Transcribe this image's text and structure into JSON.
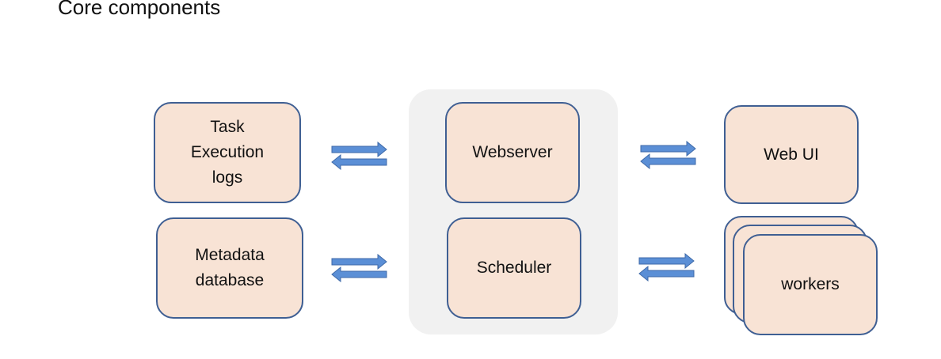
{
  "title": "Core components",
  "nodes": {
    "task_logs": "Task\nExecution\nlogs",
    "metadata_db": "Metadata\ndatabase",
    "webserver": "Webserver",
    "scheduler": "Scheduler",
    "web_ui": "Web UI",
    "workers": "workers"
  },
  "colors": {
    "box_fill": "#f8e3d5",
    "box_border": "#3f5f93",
    "arrow_fill": "#5b8fd6",
    "arrow_stroke": "#3f6aa8",
    "group_bg": "#f1f1f1"
  }
}
